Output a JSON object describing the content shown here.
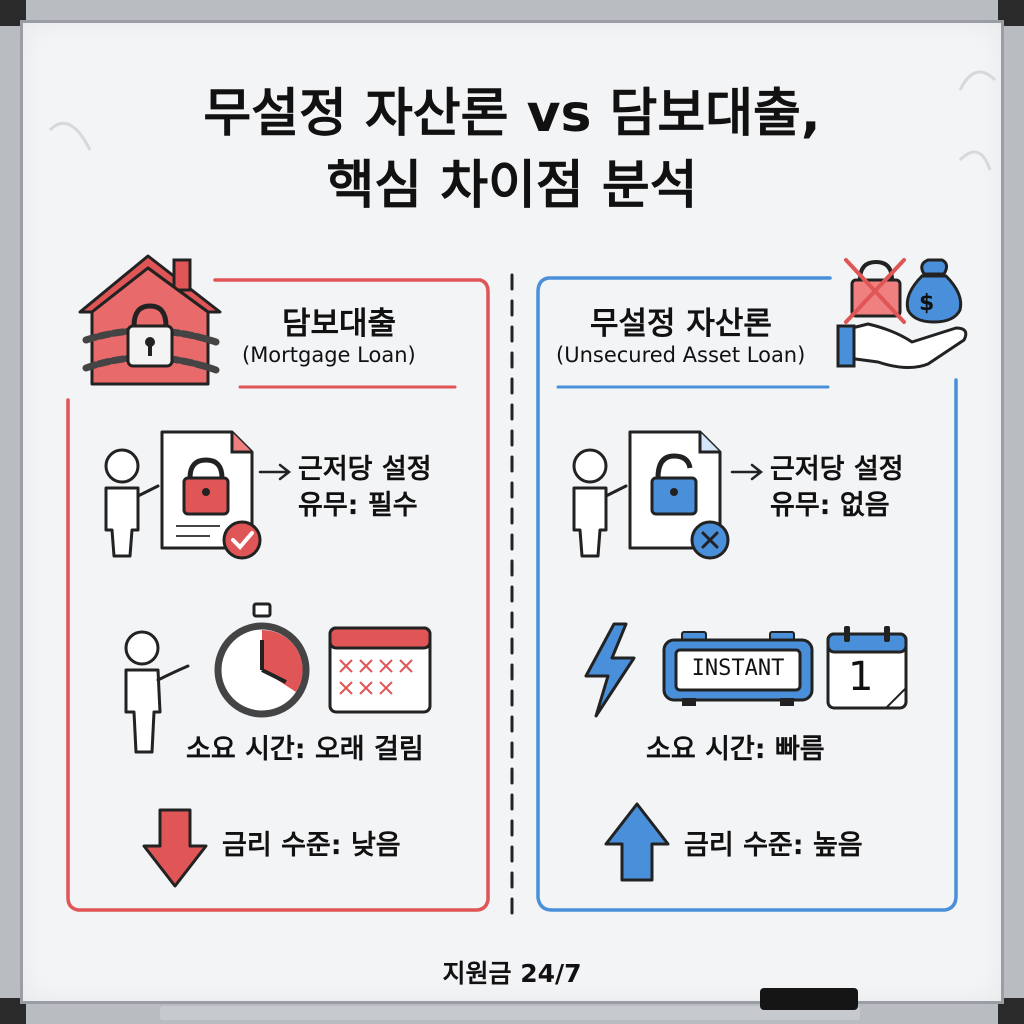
{
  "title": {
    "line1": "무설정 자산론 vs 담보대출,",
    "line2": "핵심 차이점 분석"
  },
  "left": {
    "name": "담보대출",
    "name_en": "(Mortgage Loan)",
    "lien_line1": "근저당 설정",
    "lien_line2": "유무: 필수",
    "time": "소요 시간: 오래 걸림",
    "rate": "금리 수준: 낮음",
    "accent": "#e05555"
  },
  "right": {
    "name": "무설정 자산론",
    "name_en": "(Unsecured Asset Loan)",
    "lien_line1": "근저당 설정",
    "lien_line2": "유무: 없음",
    "instant": "INSTANT",
    "calendar_day": "1",
    "time": "소요 시간: 빠름",
    "rate": "금리 수준: 높음",
    "accent": "#4a8fd9"
  },
  "footer": "지원금 24/7",
  "icons": {
    "dollar": "$"
  }
}
